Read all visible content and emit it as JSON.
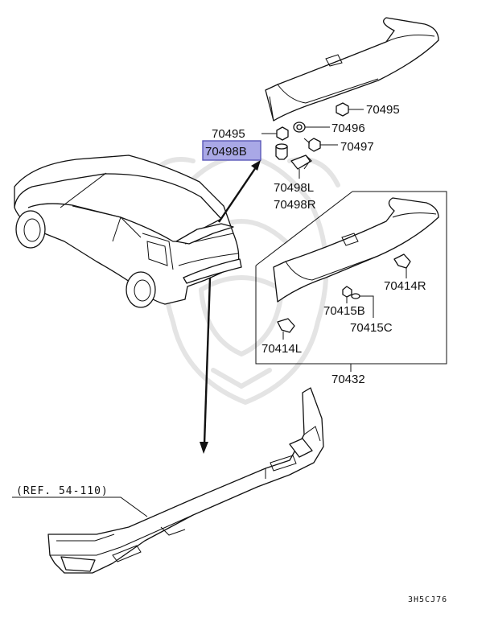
{
  "labels": {
    "p70495_top": "70495",
    "p70495_left": "70495",
    "p70496": "70496",
    "p70497": "70497",
    "p70498B": "70498B",
    "p70498L": "70498L",
    "p70498R": "70498R",
    "p70414R": "70414R",
    "p70415B": "70415B",
    "p70415C": "70415C",
    "p70414L": "70414L",
    "p70432": "70432",
    "reference": "(REF. 54-110)",
    "diagram_code": "3H5CJ76"
  },
  "colors": {
    "highlight_fill": "#a9a8e6",
    "highlight_border": "#5a58b8",
    "line": "#111111",
    "watermark": "#e4e4e4"
  }
}
